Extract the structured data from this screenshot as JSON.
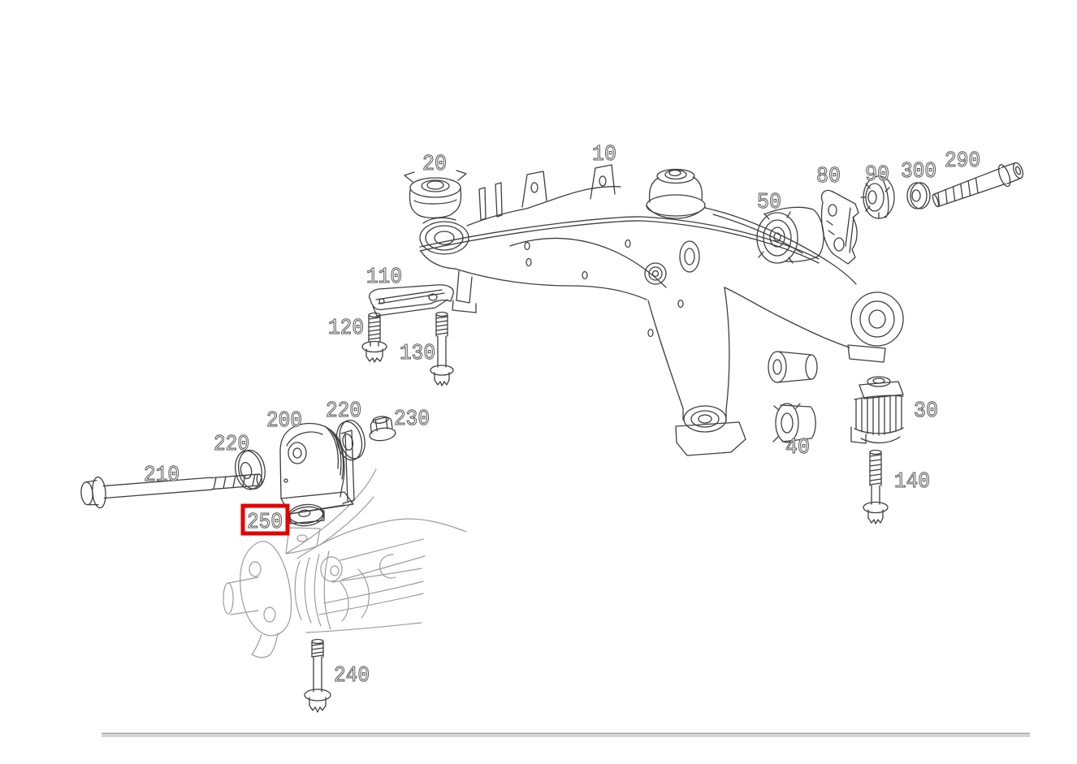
{
  "diagram": {
    "highlight_color": "#e60000",
    "line_color": "#3f3f3f",
    "ghost_line_color": "#9c9c9c",
    "selected_callout": "250",
    "callouts": [
      {
        "text": "10",
        "highlighted": false
      },
      {
        "text": "20",
        "highlighted": false
      },
      {
        "text": "50",
        "highlighted": false
      },
      {
        "text": "80",
        "highlighted": false
      },
      {
        "text": "90",
        "highlighted": false
      },
      {
        "text": "300",
        "highlighted": false
      },
      {
        "text": "290",
        "highlighted": false
      },
      {
        "text": "110",
        "highlighted": false
      },
      {
        "text": "120",
        "highlighted": false
      },
      {
        "text": "130",
        "highlighted": false
      },
      {
        "text": "200",
        "highlighted": false
      },
      {
        "text": "220",
        "highlighted": false
      },
      {
        "text": "230",
        "highlighted": false
      },
      {
        "text": "220",
        "highlighted": false
      },
      {
        "text": "210",
        "highlighted": false
      },
      {
        "text": "250",
        "highlighted": true
      },
      {
        "text": "40",
        "highlighted": false
      },
      {
        "text": "30",
        "highlighted": false
      },
      {
        "text": "140",
        "highlighted": false
      },
      {
        "text": "240",
        "highlighted": false
      }
    ]
  }
}
